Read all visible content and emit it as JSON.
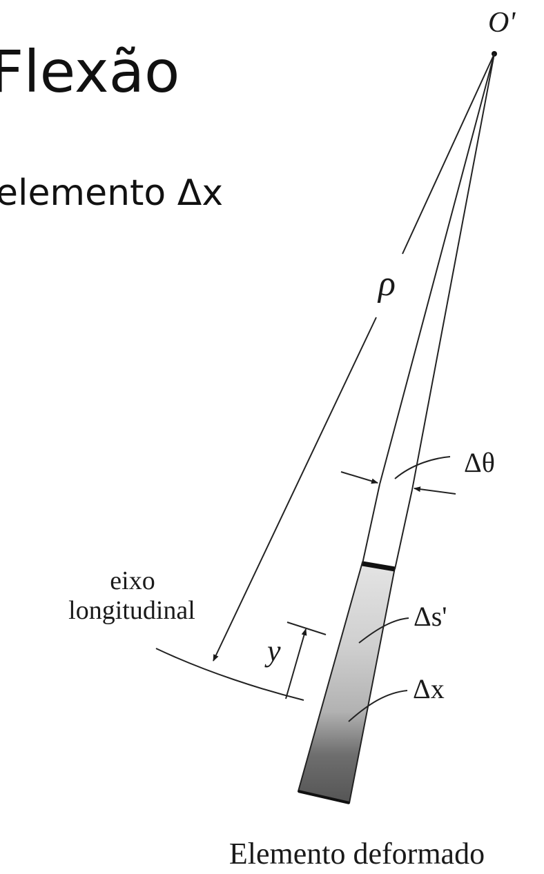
{
  "title": "Flexão",
  "subtitle": "elemento Δx",
  "diagram": {
    "labels": {
      "center_point": "O'",
      "radius": "ρ",
      "angle": "Δθ",
      "axis_line1": "eixo",
      "axis_line2": "longitudinal",
      "distance": "y",
      "deformed_length": "Δs'",
      "original_length": "Δx",
      "caption": "Elemento deformado"
    }
  }
}
